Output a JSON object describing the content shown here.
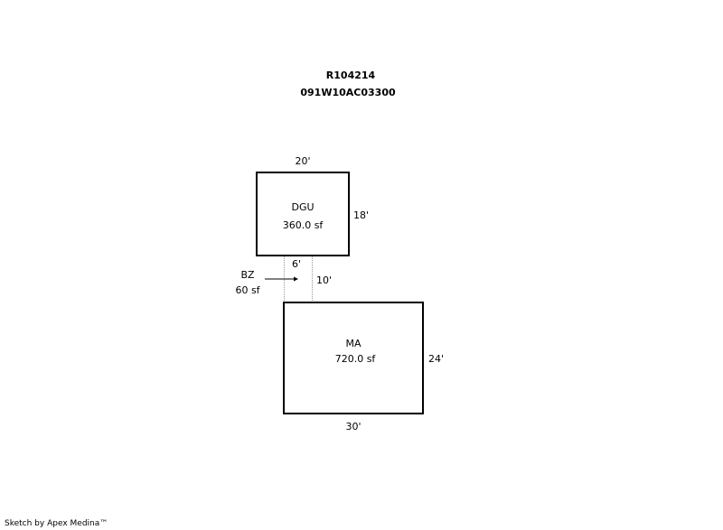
{
  "header": {
    "parcel_id": "R104214",
    "map_number": "091W10AC03300"
  },
  "areas": {
    "dgu": {
      "code": "DGU",
      "area": "360.0 sf",
      "width_label": "20'",
      "height_label": "18'"
    },
    "bz": {
      "code": "BZ",
      "area": "60 sf",
      "width_label": "6'",
      "length_label": "10'"
    },
    "ma": {
      "code": "MA",
      "area": "720.0 sf",
      "width_label": "30'",
      "height_label": "24'"
    }
  },
  "footer": {
    "credit": "Sketch by Apex Medina™"
  }
}
